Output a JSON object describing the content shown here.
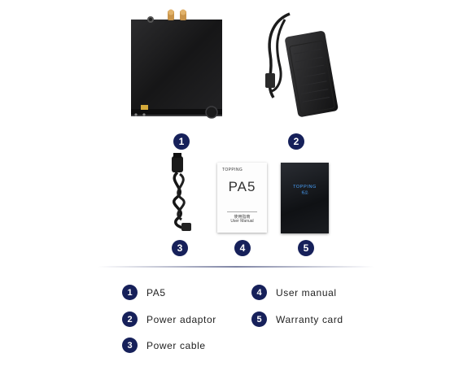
{
  "items": [
    {
      "number": "1",
      "label": "PA5"
    },
    {
      "number": "2",
      "label": "Power adaptor"
    },
    {
      "number": "3",
      "label": "Power cable"
    },
    {
      "number": "4",
      "label": "User manual"
    },
    {
      "number": "5",
      "label": "Warranty card"
    }
  ],
  "manual": {
    "brand": "TOPPING",
    "model": "PA5",
    "title_cn": "使用指南",
    "title_en": "User Manual"
  },
  "card": {
    "brand": "TOPPING",
    "brand_cn": "拓品"
  },
  "colors": {
    "badge": "#16205a",
    "card_logo": "#4aa3ff"
  }
}
